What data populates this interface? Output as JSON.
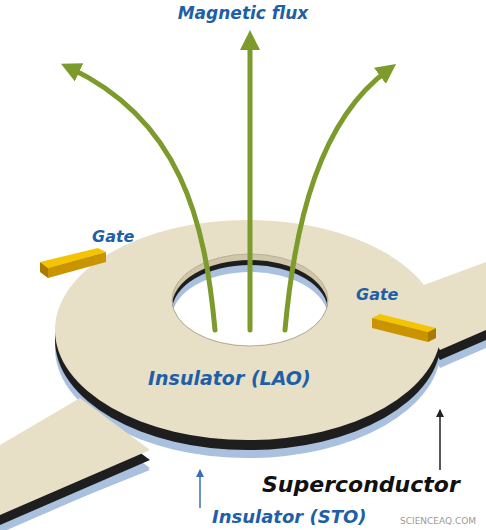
{
  "diagram": {
    "labels": [
      "Magnetic flux",
      "Gate",
      "Gate",
      "Insulator (LAO)",
      "Superconductor",
      "Insulator (STO)",
      "SCIENCEAQ.COM"
    ]
  }
}
